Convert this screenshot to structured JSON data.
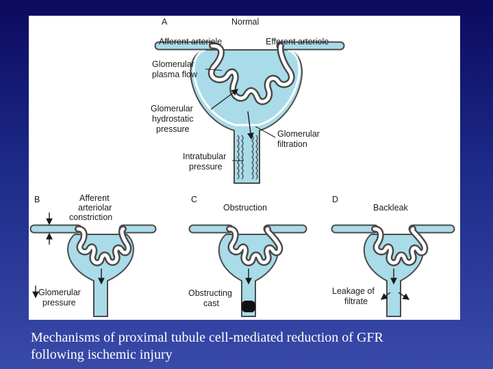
{
  "panels": {
    "a": {
      "letter": "A",
      "title": "Normal",
      "afferent": "Afferent arteriole",
      "efferent": "Efferent arteriole",
      "plasma_flow": [
        "Glomerular",
        "plasma flow"
      ],
      "hydrostatic": [
        "Glomerular",
        "hydrostatic",
        "pressure"
      ],
      "filtration": [
        "Glomerular",
        "filtration"
      ],
      "intratubular": [
        "Intratubular",
        "pressure"
      ]
    },
    "b": {
      "letter": "B",
      "title": [
        "Afferent",
        "arteriolar",
        "constriction"
      ],
      "pressure": [
        "Glomerular",
        "pressure"
      ]
    },
    "c": {
      "letter": "C",
      "title": "Obstruction",
      "cast": [
        "Obstructing",
        "cast"
      ]
    },
    "d": {
      "letter": "D",
      "title": "Backleak",
      "leakage": [
        "Leakage of",
        "filtrate"
      ]
    }
  },
  "caption": [
    "Mechanisms of proximal tubule cell-mediated reduction of GFR",
    "following ischemic injury"
  ],
  "colors": {
    "background": "#1c2a88",
    "tubule_fill": "#a9dbe8",
    "outline": "#4a4a4a",
    "cast": "#111111"
  }
}
